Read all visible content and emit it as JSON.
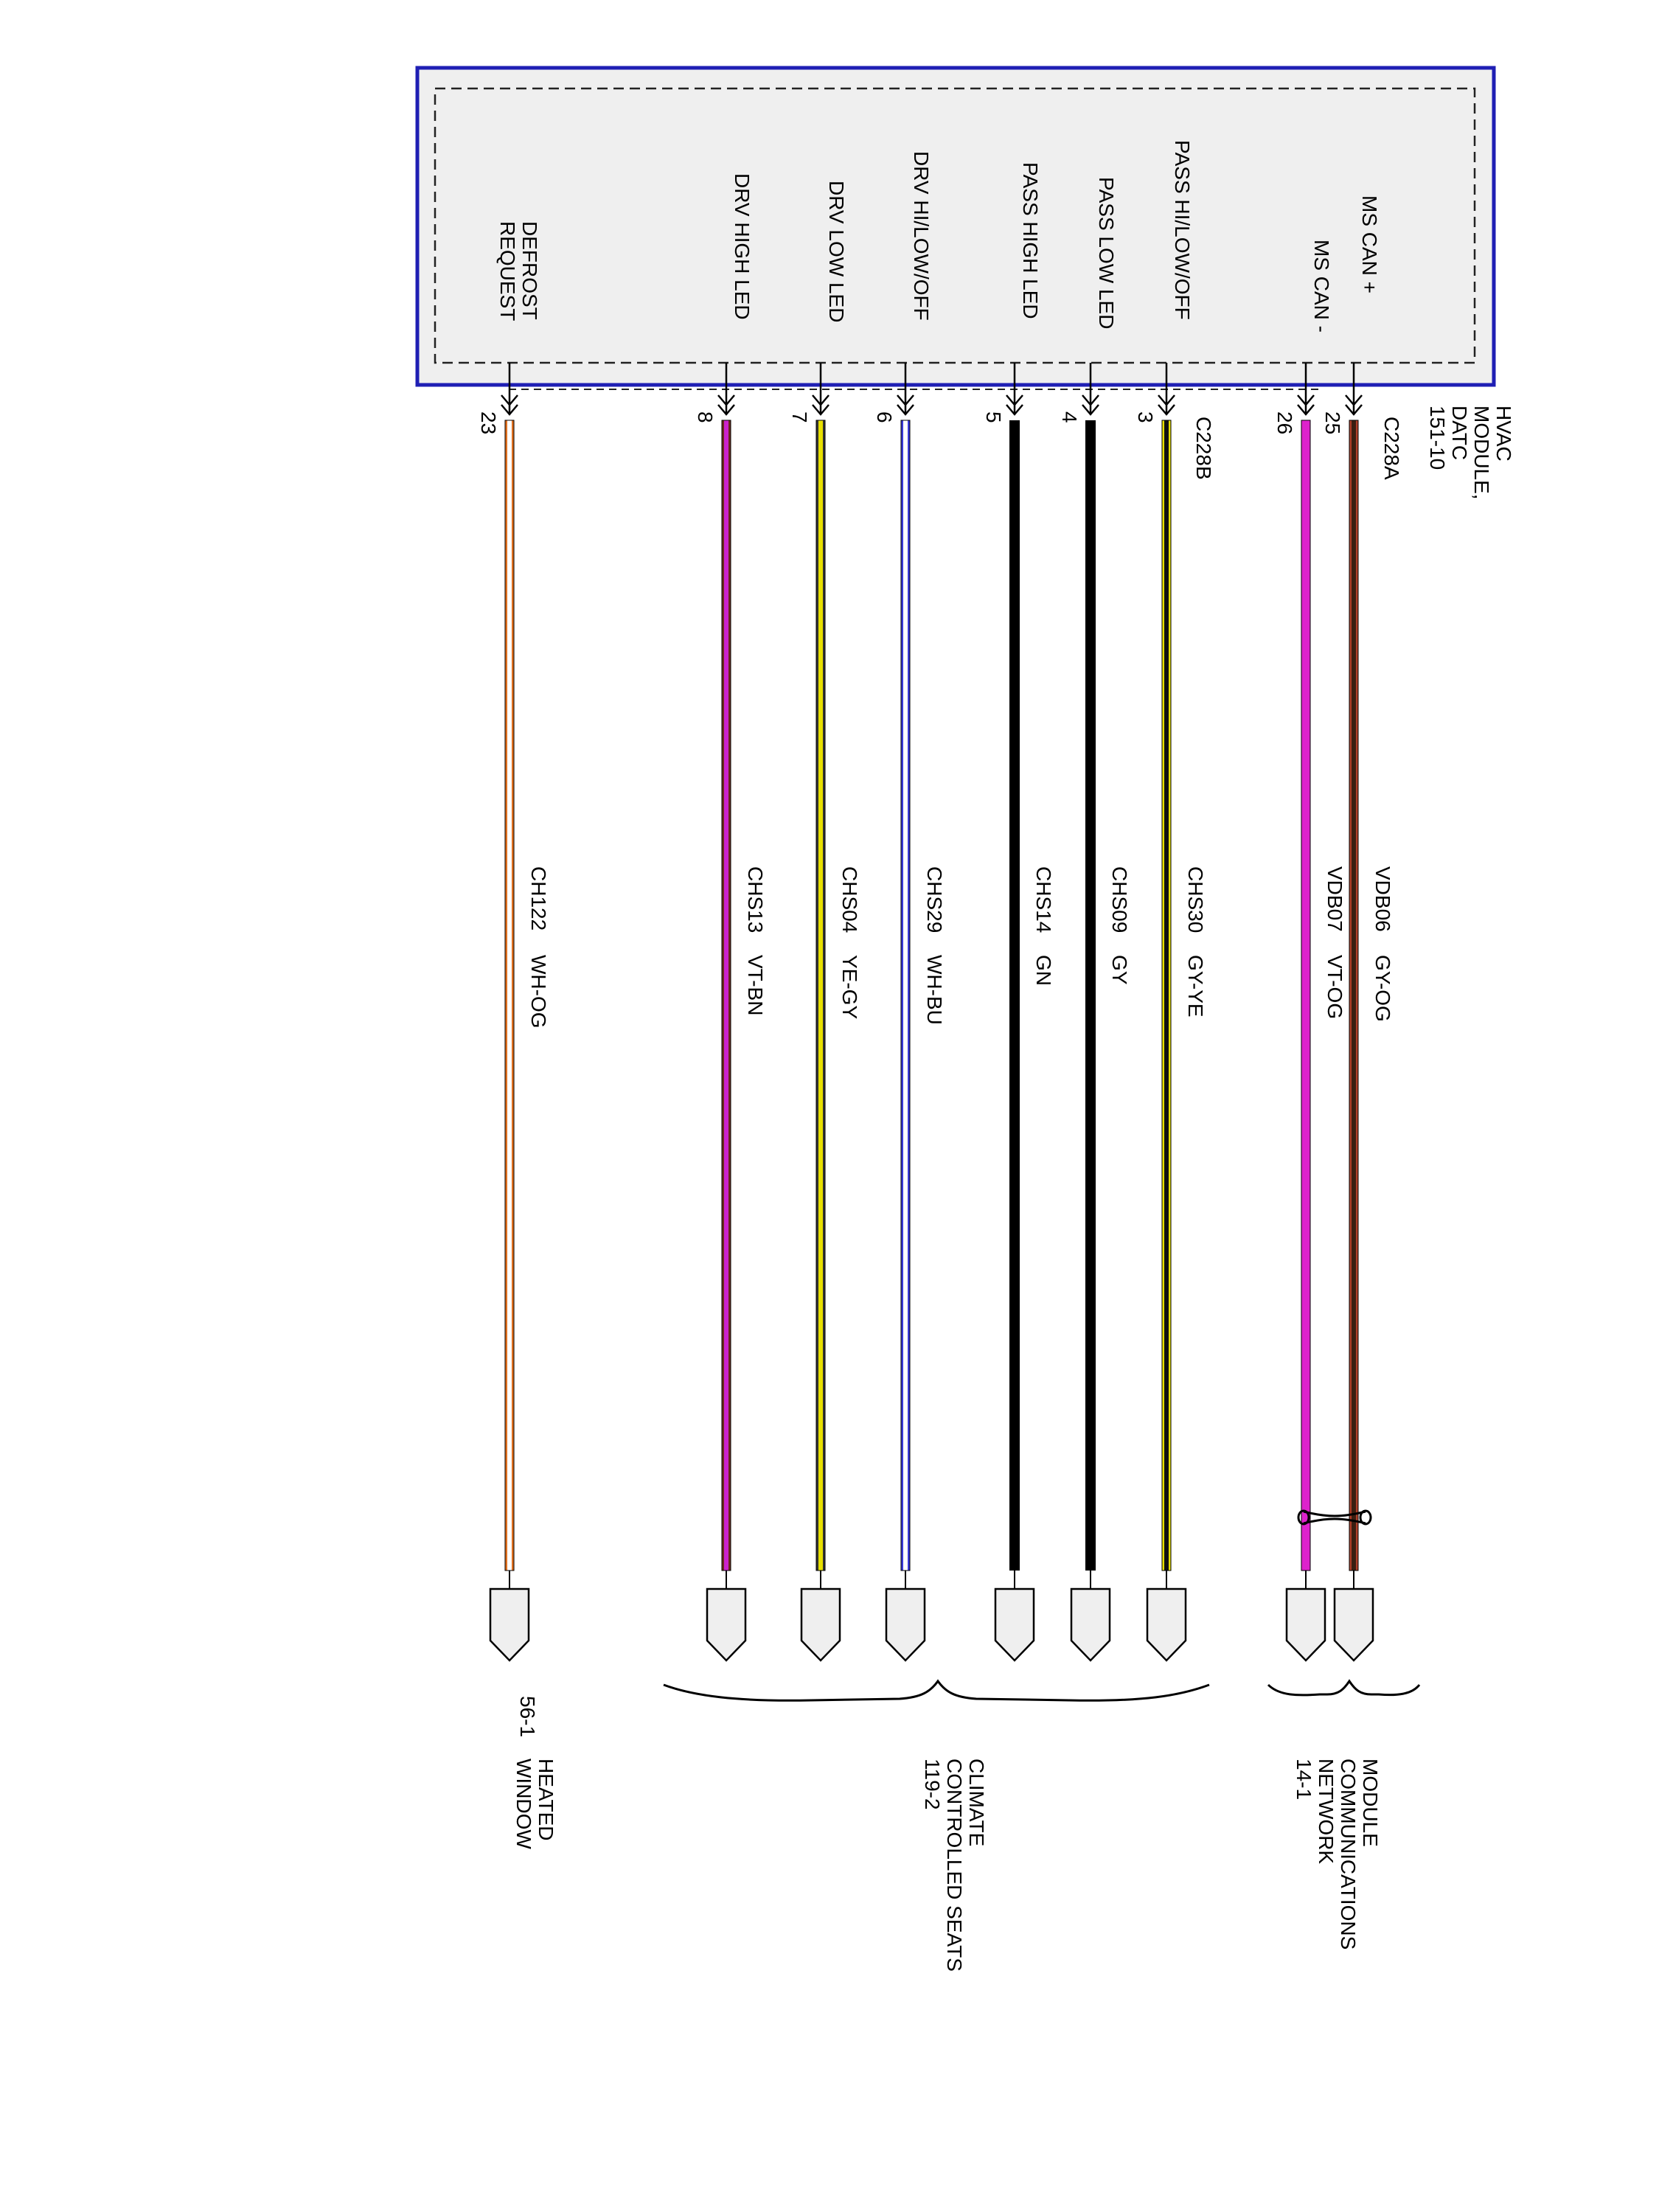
{
  "module": {
    "name_lines": [
      "HVAC",
      "MODULE,",
      "DATC",
      "151-10"
    ],
    "fill": "#EFEFEF",
    "border_color": "#1F1FB4"
  },
  "connectors": [
    {
      "id": "C228A"
    },
    {
      "id": "C228B"
    }
  ],
  "wires": [
    {
      "pin": "25",
      "connector": "C228A",
      "pin_label": "MS CAN +",
      "circuit": "VDB06",
      "color_code": "GY-OG",
      "colors": [
        "#3a1f12",
        "#b0402a"
      ],
      "heavy": false
    },
    {
      "pin": "26",
      "connector": "C228A",
      "pin_label": "MS CAN -",
      "circuit": "VDB07",
      "color_code": "VT-OG",
      "colors": [
        "#dd22cc",
        "#dd22cc"
      ],
      "heavy": false
    },
    {
      "pin": "3",
      "connector": "C228B",
      "pin_label": "PASS HI/LOW/OFF",
      "circuit": "CHS30",
      "color_code": "GY-YE",
      "colors": [
        "#111111",
        "#e8e000"
      ],
      "heavy": false
    },
    {
      "pin": "4",
      "connector": "C228B",
      "pin_label": "PASS LOW LED",
      "circuit": "CHS09",
      "color_code": "GY",
      "colors": [
        "#000000",
        "#000000"
      ],
      "heavy": true
    },
    {
      "pin": "5",
      "connector": "C228B",
      "pin_label": "PASS HIGH LED",
      "circuit": "CHS14",
      "color_code": "GN",
      "colors": [
        "#000000",
        "#000000"
      ],
      "heavy": true
    },
    {
      "pin": "6",
      "connector": "C228B",
      "pin_label": "DRV HI/LOW/OFF",
      "circuit": "CHS29",
      "color_code": "WH-BU",
      "colors": [
        "#ffffff",
        "#3a3ad8"
      ],
      "heavy": false
    },
    {
      "pin": "7",
      "connector": "C228B",
      "pin_label": "DRV LOW LED",
      "circuit": "CHS04",
      "color_code": "YE-GY",
      "colors": [
        "#e8e000",
        "#333333"
      ],
      "heavy": false
    },
    {
      "pin": "8",
      "connector": "C228B",
      "pin_label": "DRV HIGH LED",
      "circuit": "CHS13",
      "color_code": "VT-BN",
      "colors": [
        "#cc22cc",
        "#6b2a1a"
      ],
      "heavy": false
    },
    {
      "pin": "23",
      "connector": "C228B",
      "pin_label_lines": [
        "DEFROST",
        "REQUEST"
      ],
      "circuit": "CH122",
      "color_code": "WH-OG",
      "colors": [
        "#ffffff",
        "#e07020"
      ],
      "heavy": false
    }
  ],
  "destinations": [
    {
      "lines": [
        "MODULE",
        "COMMUNICATIONS",
        "NETWORK",
        "14-1"
      ]
    },
    {
      "lines": [
        "CLIMATE",
        "CONTROLLED SEATS",
        "119-2"
      ]
    },
    {
      "lines": [
        "HEATED",
        "WINDOW",
        "56-1"
      ]
    }
  ]
}
